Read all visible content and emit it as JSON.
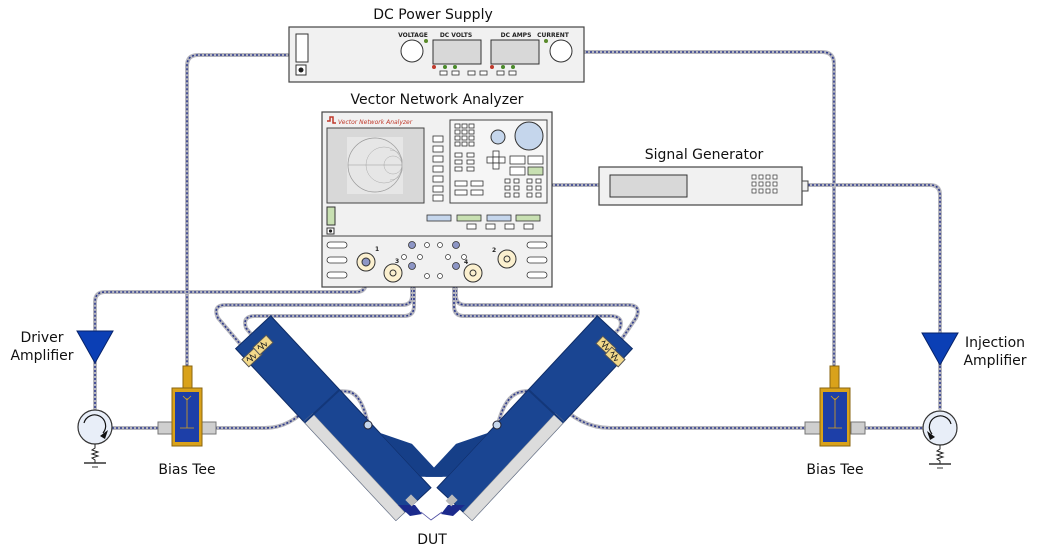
{
  "labels": {
    "dc_power_supply": "DC Power Supply",
    "vna": "Vector Network Analyzer",
    "signal_generator": "Signal Generator",
    "driver_amplifier_line1": "Driver",
    "driver_amplifier_line2": "Amplifier",
    "injection_amplifier_line1": "Injection",
    "injection_amplifier_line2": "Amplifier",
    "bias_tee_left": "Bias Tee",
    "bias_tee_right": "Bias Tee",
    "dut": "DUT"
  },
  "power_supply": {
    "voltage": "VOLTAGE",
    "dc_volts": "DC VOLTS",
    "dc_amps": "DC AMPS",
    "current": "CURRENT"
  },
  "vna_panel": {
    "logo_text": "Vector Network Analyzer",
    "port_1": "1",
    "port_2": "2",
    "port_3": "3",
    "port_4": "4"
  },
  "colors": {
    "amplifier": "#0b3fb5",
    "probe": "#1a4592",
    "cable_shield": "#b5b5bd",
    "cable_braid": "#2d3a8c",
    "bias_tee_body": "#1d3fa8",
    "bias_tee_trim": "#d9a21b"
  }
}
